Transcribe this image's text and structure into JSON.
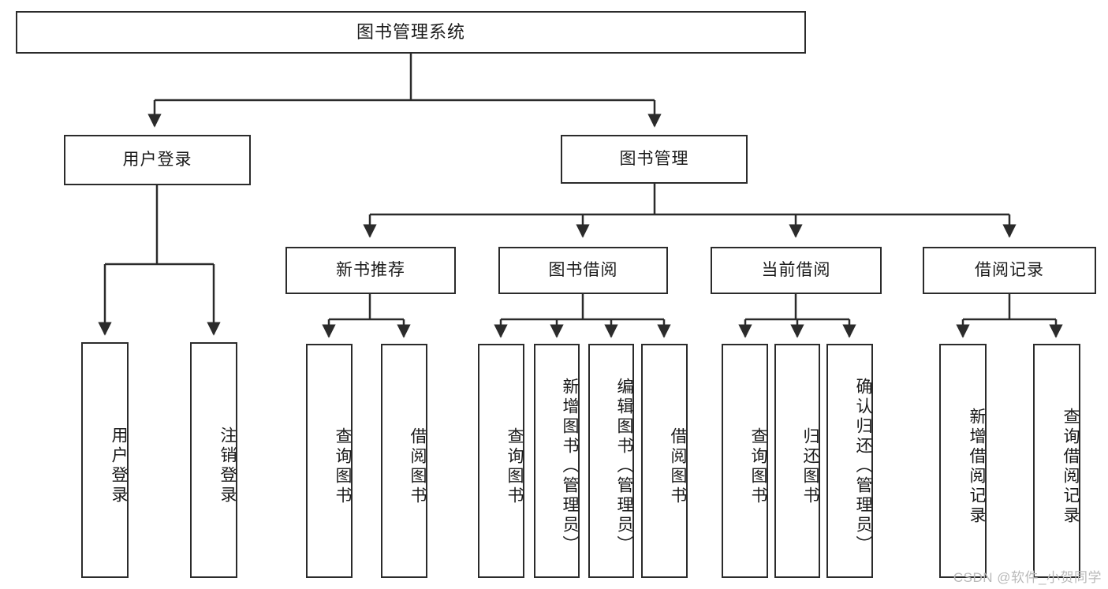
{
  "title": "图书管理系统",
  "watermark": "CSDN @软件_小贺同学",
  "colors": {
    "border": "#2b2b2b",
    "background": "#ffffff",
    "text": "#1a1a1a",
    "watermark": "#b9b9b9"
  },
  "chart_data": {
    "type": "diagram",
    "diagram_kind": "tree",
    "title": "图书管理系统",
    "orientation": "top-down",
    "nodes": [
      {
        "id": "root",
        "label": "图书管理系统",
        "level": 0
      },
      {
        "id": "login",
        "label": "用户登录",
        "level": 1
      },
      {
        "id": "bookmgmt",
        "label": "图书管理",
        "level": 1
      },
      {
        "id": "newbook",
        "label": "新书推荐",
        "level": 2
      },
      {
        "id": "borrow",
        "label": "图书借阅",
        "level": 2
      },
      {
        "id": "current",
        "label": "当前借阅",
        "level": 2
      },
      {
        "id": "record",
        "label": "借阅记录",
        "level": 2
      },
      {
        "id": "leaf-login-1",
        "label": "用户登录",
        "level": 3
      },
      {
        "id": "leaf-login-2",
        "label": "注销登录",
        "level": 3
      },
      {
        "id": "leaf-new-1",
        "label": "查询图书",
        "level": 3
      },
      {
        "id": "leaf-new-2",
        "label": "借阅图书",
        "level": 3
      },
      {
        "id": "leaf-borrow-1",
        "label": "查询图书",
        "level": 3
      },
      {
        "id": "leaf-borrow-2",
        "label": "新增图书（管理员）",
        "level": 3
      },
      {
        "id": "leaf-borrow-3",
        "label": "编辑图书（管理员）",
        "level": 3
      },
      {
        "id": "leaf-borrow-4",
        "label": "借阅图书",
        "level": 3
      },
      {
        "id": "leaf-cur-1",
        "label": "查询图书",
        "level": 3
      },
      {
        "id": "leaf-cur-2",
        "label": "归还图书",
        "level": 3
      },
      {
        "id": "leaf-cur-3",
        "label": "确认归还（管理员）",
        "level": 3
      },
      {
        "id": "leaf-rec-1",
        "label": "新增借阅记录",
        "level": 3
      },
      {
        "id": "leaf-rec-2",
        "label": "查询借阅记录",
        "level": 3
      }
    ],
    "edges": [
      {
        "from": "root",
        "to": "login"
      },
      {
        "from": "root",
        "to": "bookmgmt"
      },
      {
        "from": "login",
        "to": "leaf-login-1"
      },
      {
        "from": "login",
        "to": "leaf-login-2"
      },
      {
        "from": "bookmgmt",
        "to": "newbook"
      },
      {
        "from": "bookmgmt",
        "to": "borrow"
      },
      {
        "from": "bookmgmt",
        "to": "current"
      },
      {
        "from": "bookmgmt",
        "to": "record"
      },
      {
        "from": "newbook",
        "to": "leaf-new-1"
      },
      {
        "from": "newbook",
        "to": "leaf-new-2"
      },
      {
        "from": "borrow",
        "to": "leaf-borrow-1"
      },
      {
        "from": "borrow",
        "to": "leaf-borrow-2"
      },
      {
        "from": "borrow",
        "to": "leaf-borrow-3"
      },
      {
        "from": "borrow",
        "to": "leaf-borrow-4"
      },
      {
        "from": "current",
        "to": "leaf-cur-1"
      },
      {
        "from": "current",
        "to": "leaf-cur-2"
      },
      {
        "from": "current",
        "to": "leaf-cur-3"
      },
      {
        "from": "record",
        "to": "leaf-rec-1"
      },
      {
        "from": "record",
        "to": "leaf-rec-2"
      }
    ]
  },
  "nodes": {
    "root": "图书管理系统",
    "login": "用户登录",
    "bookmgmt": "图书管理",
    "newbook": "新书推荐",
    "borrow": "图书借阅",
    "current": "当前借阅",
    "record": "借阅记录",
    "leaf_login_1": "用户登录",
    "leaf_login_2": "注销登录",
    "leaf_new_1": "查询图书",
    "leaf_new_2": "借阅图书",
    "leaf_borrow_1": "查询图书",
    "leaf_borrow_2": "新增图书（管理员）",
    "leaf_borrow_3": "编辑图书（管理员）",
    "leaf_borrow_4": "借阅图书",
    "leaf_cur_1": "查询图书",
    "leaf_cur_2": "归还图书",
    "leaf_cur_3": "确认归还（管理员）",
    "leaf_rec_1": "新增借阅记录",
    "leaf_rec_2": "查询借阅记录"
  }
}
